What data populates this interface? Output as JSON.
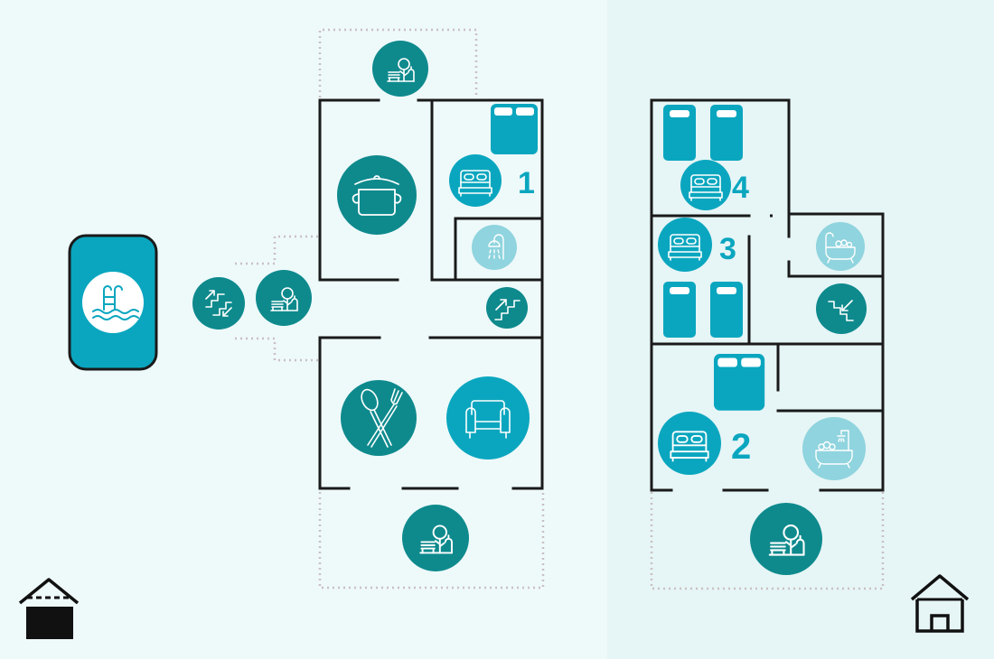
{
  "colors": {
    "background_left": "#eef9fa",
    "background_right": "#e6f5f6",
    "wall": "#1a1a1a",
    "dotted_outline": "#c9c0c2",
    "teal_dark": "#0e8a8d",
    "teal": "#0aa6bf",
    "teal_light": "#8fd4de",
    "bed_fill": "#0aa6bf",
    "icon_stroke": "#ffffff",
    "pool_fill": "#0aa6bf",
    "label": "#0aa6bf"
  },
  "ground_floor": {
    "icons": [
      "garden-icon",
      "cooking-pot-icon",
      "double-bed-icon",
      "shower-icon",
      "stairs-up-icon",
      "stairs-icon",
      "garden-icon",
      "dining-icon",
      "armchair-icon",
      "garden-icon",
      "swimming-pool-icon"
    ],
    "room_labels": [
      "1"
    ]
  },
  "first_floor": {
    "icons": [
      "double-bed-icon",
      "bathtub-icon",
      "double-bed-icon",
      "stairs-down-icon",
      "double-bed-icon",
      "bathtub-shower-icon",
      "garden-icon"
    ],
    "room_labels": [
      "4",
      "3",
      "2"
    ]
  },
  "floor_markers": {
    "ground": "garage-house-icon",
    "upper": "house-icon"
  }
}
